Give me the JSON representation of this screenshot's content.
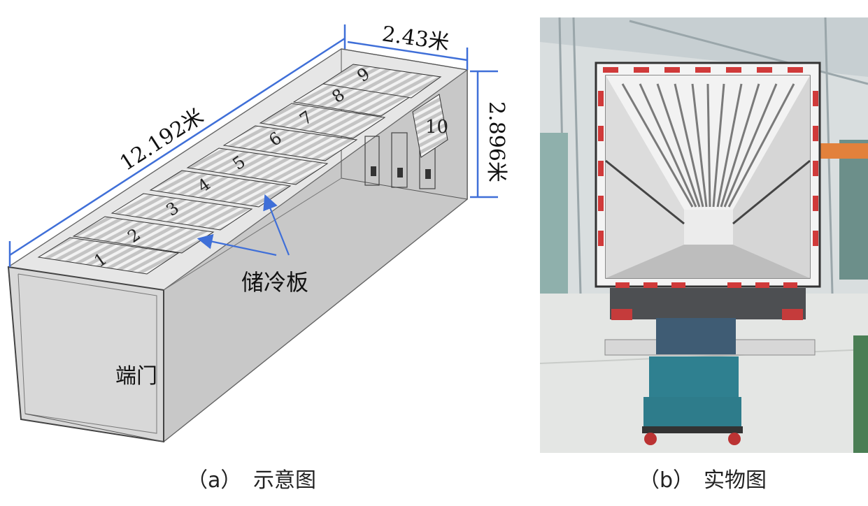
{
  "diagram": {
    "dims": {
      "length": "12.192米",
      "width": "2.43米",
      "height": "2.896米"
    },
    "labels": {
      "plate": "储冷板",
      "door": "端门"
    },
    "plate_numbers": [
      "1",
      "2",
      "3",
      "4",
      "5",
      "6",
      "7",
      "8",
      "9",
      "10"
    ]
  },
  "captions": {
    "a_mark": "（a）",
    "a_text": "示意图",
    "b_mark": "（b）",
    "b_text": "实物图"
  },
  "colors": {
    "dimension_line": "#3f6fd8",
    "container_fill": "#c9c9c9",
    "plate_fill": "#bcbcbc"
  }
}
